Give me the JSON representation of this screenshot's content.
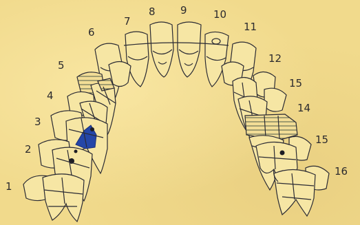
{
  "diagram": {
    "tooth_labels": [
      "1",
      "2",
      "3",
      "4",
      "5",
      "6",
      "7",
      "8",
      "9",
      "10",
      "11",
      "12",
      "15",
      "14",
      "15",
      "16"
    ]
  }
}
